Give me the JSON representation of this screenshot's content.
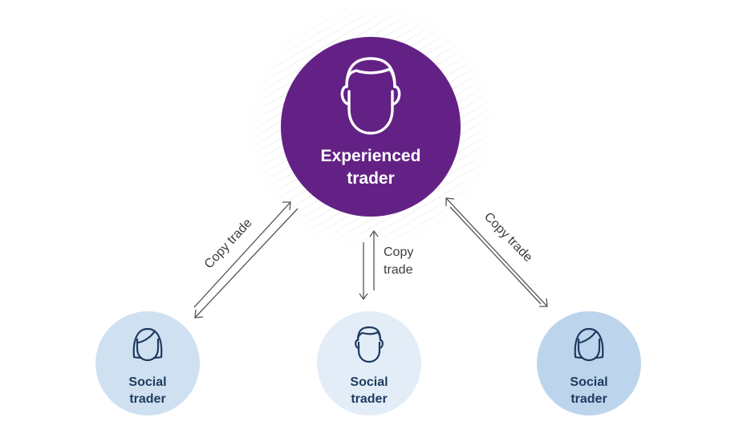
{
  "hub": {
    "label_line1": "Experienced",
    "label_line2": "trader",
    "icon": "man-face-icon",
    "fill": "#632185"
  },
  "followers": [
    {
      "label_line1": "Social",
      "label_line2": "trader",
      "icon": "woman-face-icon",
      "fill": "#cfe1f1"
    },
    {
      "label_line1": "Social",
      "label_line2": "trader",
      "icon": "man-face-icon",
      "fill": "#e2edf7"
    },
    {
      "label_line1": "Social",
      "label_line2": "trader",
      "icon": "woman-face-icon",
      "fill": "#bcd5ec"
    }
  ],
  "edges": [
    {
      "label": "Copy trade"
    },
    {
      "label_line1": "Copy",
      "label_line2": "trade"
    },
    {
      "label": "Copy trade"
    }
  ],
  "colors": {
    "follower_text": "#1f3a5f",
    "icon_stroke_dark": "#1f3a5f",
    "arrow": "#555555",
    "hatch": "#d9d9d9"
  }
}
